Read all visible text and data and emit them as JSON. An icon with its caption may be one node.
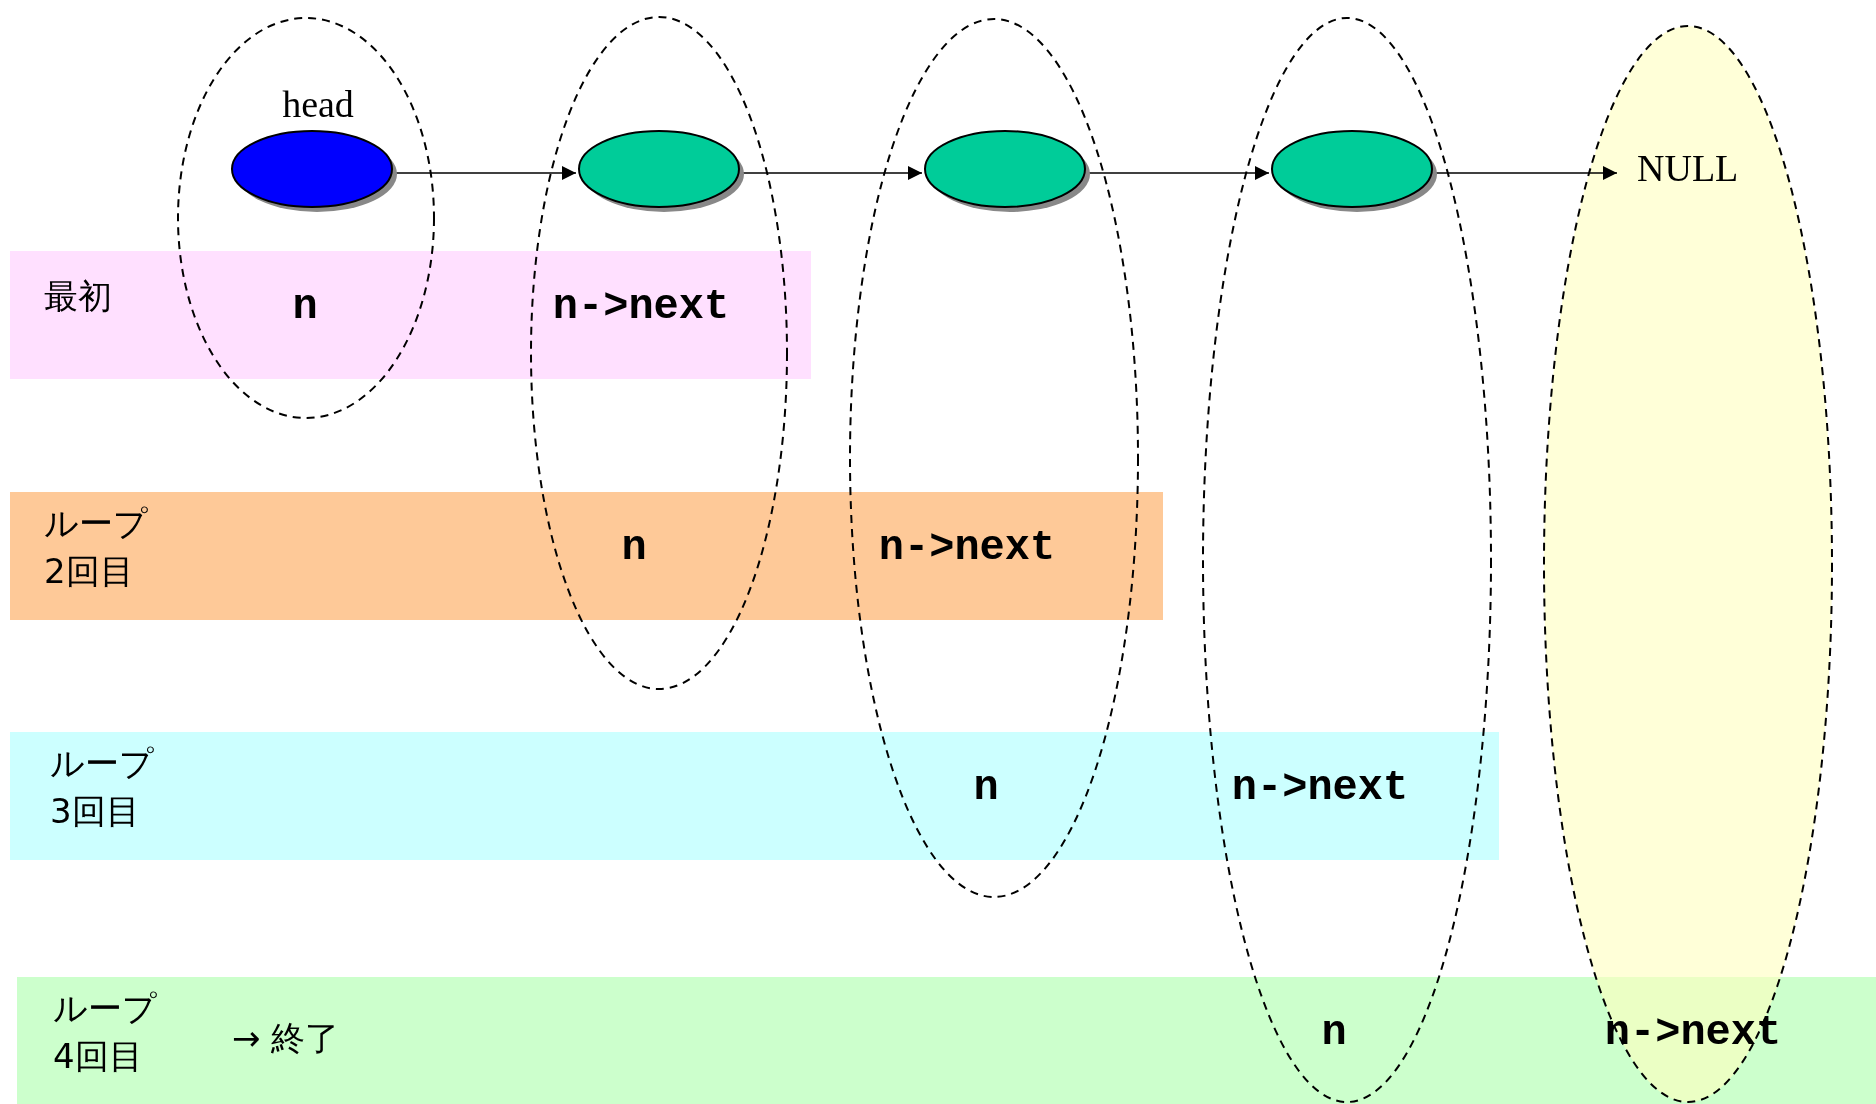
{
  "diagram": {
    "nodes": [
      {
        "text": [],
        "shape": "ellipse",
        "beside": [
          "head"
        ]
      },
      {
        "text": [],
        "shape": "ellipse"
      },
      {
        "text": [],
        "shape": "ellipse"
      },
      {
        "text": [],
        "shape": "ellipse"
      },
      {
        "text": [
          "NULL"
        ]
      },
      {
        "text": [
          "最初",
          "n",
          "n->next"
        ]
      },
      {
        "text": [
          "ループ2回目",
          "n",
          "n->next"
        ]
      },
      {
        "text": [
          "ループ3回目",
          "n",
          "n->next"
        ]
      },
      {
        "text": [
          "ループ4回目",
          "→ 終了",
          "n",
          "n->next"
        ]
      }
    ],
    "edges": [
      {
        "from": 0,
        "to": 1,
        "arrow": "to"
      },
      {
        "from": 1,
        "to": 2,
        "arrow": "to"
      },
      {
        "from": 2,
        "to": 3,
        "arrow": "to"
      },
      {
        "from": 3,
        "to": 4,
        "arrow": "to"
      }
    ]
  }
}
